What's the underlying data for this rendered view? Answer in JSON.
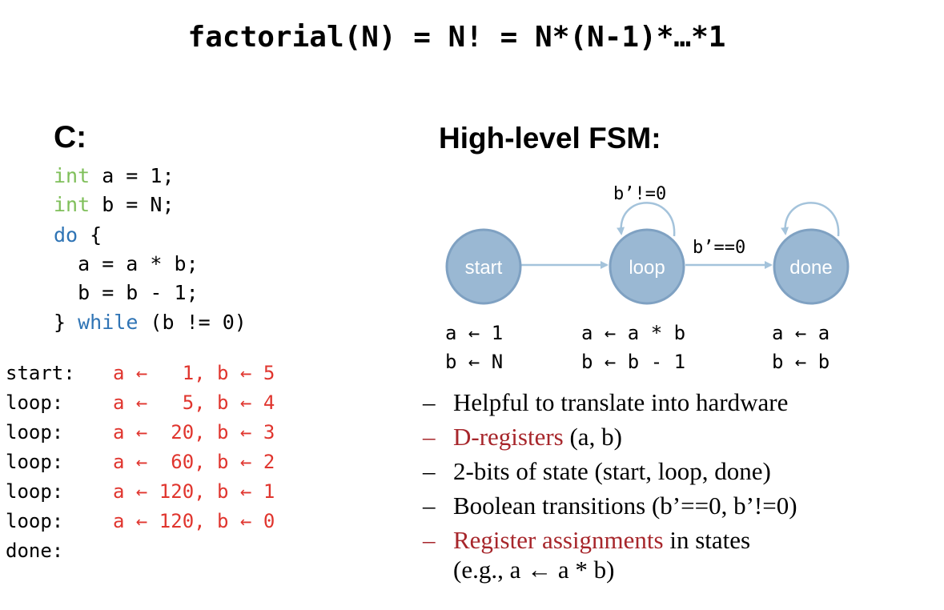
{
  "title": "factorial(N) = N! = N*(N-1)*…*1",
  "c_section": {
    "heading": "C:",
    "code": [
      {
        "kw": "int",
        "rest": " a = 1;"
      },
      {
        "kw": "int",
        "rest": " b = N;"
      },
      {
        "kw": "do",
        "rest": " {"
      },
      {
        "kw": "",
        "rest": "  a = a * b;"
      },
      {
        "kw": "",
        "rest": "  b = b - 1;"
      },
      {
        "pre": "} ",
        "kw": "while",
        "rest": " (b != 0)"
      }
    ]
  },
  "trace": [
    {
      "label": "start:",
      "value": "a ←   1, b ← 5"
    },
    {
      "label": "loop:",
      "value": "a ←   5, b ← 4"
    },
    {
      "label": "loop:",
      "value": "a ←  20, b ← 3"
    },
    {
      "label": "loop:",
      "value": "a ←  60, b ← 2"
    },
    {
      "label": "loop:",
      "value": "a ← 120, b ← 1"
    },
    {
      "label": "loop:",
      "value": "a ← 120, b ← 0"
    },
    {
      "label": "done:",
      "value": ""
    }
  ],
  "fsm": {
    "heading": "High-level FSM:",
    "states": [
      "start",
      "loop",
      "done"
    ],
    "transitions": {
      "loop_self": "b’!=0",
      "loop_to_done": "b’==0"
    },
    "assignments": {
      "start": [
        "a ← 1",
        "b ← N"
      ],
      "loop": [
        "a ← a * b",
        "b ← b - 1"
      ],
      "done": [
        "a ← a",
        "b ← b"
      ]
    },
    "colors": {
      "state_fill": "#9ab8d3",
      "state_stroke": "#7fa1c2",
      "arrow": "#a4c3db"
    }
  },
  "bullets": [
    {
      "dash": "–",
      "red_text": "",
      "text": "Helpful to translate into hardware"
    },
    {
      "dash": "–",
      "red_text": "D-registers",
      "text": " (a, b)"
    },
    {
      "dash": "–",
      "red_text": "",
      "text": "2-bits of state (start, loop, done)"
    },
    {
      "dash": "–",
      "red_text": "",
      "text": "Boolean transitions (b’==0, b’!=0)"
    },
    {
      "dash": "–",
      "red_text": "Register assignments",
      "text": " in states"
    },
    {
      "dash": "",
      "red_text": "",
      "text": "(e.g., a ← a * b)"
    }
  ]
}
